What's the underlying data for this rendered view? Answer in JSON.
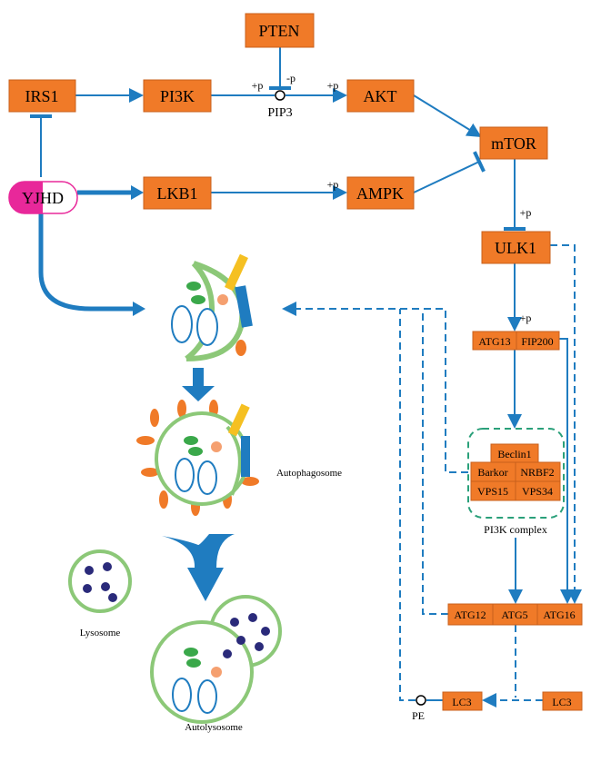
{
  "colors": {
    "node_fill": "#f07a28",
    "node_stroke": "#c8601c",
    "arrow": "#1f7cc0",
    "yjhd": "#e8289a",
    "membrane": "#8cc878",
    "complex_border": "#2aa07a"
  },
  "nodes": {
    "pten": "PTEN",
    "irs1": "IRS1",
    "pi3k": "PI3K",
    "akt": "AKT",
    "mtor": "mTOR",
    "yjhd": "YJHD",
    "lkb1": "LKB1",
    "ampk": "AMPK",
    "ulk1": "ULK1",
    "atg13": "ATG13",
    "fip200": "FIP200",
    "beclin1": "Beclin1",
    "barkor": "Barkor",
    "nrbf2": "NRBF2",
    "vps15": "VPS15",
    "vps34": "VPS34",
    "atg12": "ATG12",
    "atg5": "ATG5",
    "atg16": "ATG16",
    "lc3_right": "LC3",
    "lc3_left": "LC3"
  },
  "labels": {
    "pip3": "PIP3",
    "pe": "PE",
    "plus_p": "+p",
    "minus_p": "-p",
    "pi3k_complex": "PI3K complex",
    "autophagosome": "Autophagosome",
    "lysosome": "Lysosome",
    "autolysosome": "Autolysosome"
  }
}
